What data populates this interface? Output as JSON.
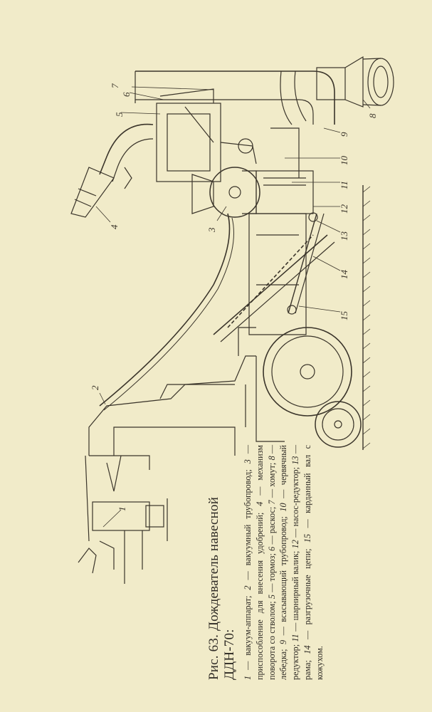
{
  "figure": {
    "title": "Рис. 63. Дождеватель навесной ДДН-70:",
    "legend": [
      {
        "num": "1",
        "text": "вакуум-аппарат;"
      },
      {
        "num": "2",
        "text": "вакуумный трубопровод;"
      },
      {
        "num": "3",
        "text": "приспособление для внесения удобрений;"
      },
      {
        "num": "4",
        "text": "механизм поворота со стволом;"
      },
      {
        "num": "5",
        "text": "тормоз;"
      },
      {
        "num": "6",
        "text": "раскос;"
      },
      {
        "num": "7",
        "text": "хомут;"
      },
      {
        "num": "8",
        "text": "лебедка;"
      },
      {
        "num": "9",
        "text": "всасывающий трубопровод;"
      },
      {
        "num": "10",
        "text": "червячный редуктор;"
      },
      {
        "num": "11",
        "text": "шарнирный валик;"
      },
      {
        "num": "12",
        "text": "насос-редуктор;"
      },
      {
        "num": "13",
        "text": "рама;"
      },
      {
        "num": "14",
        "text": "разгрузочные цепи;"
      },
      {
        "num": "15",
        "text": "карданный вал с кожухом."
      }
    ],
    "callouts": [
      "1",
      "2",
      "3",
      "4",
      "5",
      "6",
      "7",
      "8",
      "9",
      "10",
      "11",
      "12",
      "13",
      "14",
      "15"
    ],
    "colors": {
      "paper": "#f1ebc9",
      "ink": "#3a342a"
    }
  }
}
